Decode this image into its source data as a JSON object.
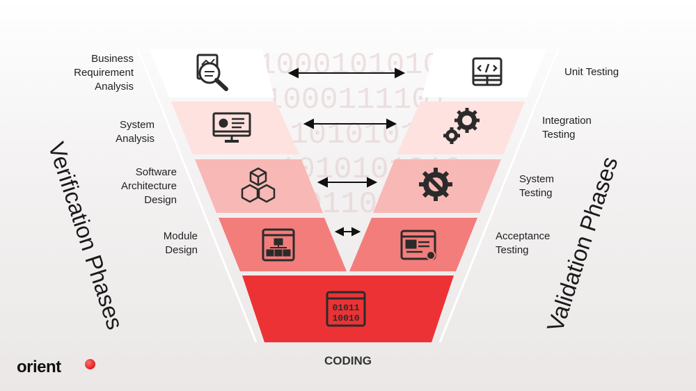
{
  "verification": {
    "title": "Verification Phases",
    "phases": [
      {
        "label": "Business\nRequirement\nAnalysis",
        "icon": "document-magnifier-icon"
      },
      {
        "label": "System\nAnalysis",
        "icon": "monitor-gear-icon"
      },
      {
        "label": "Software\nArchitecture\nDesign",
        "icon": "cubes-icon"
      },
      {
        "label": "Module\nDesign",
        "icon": "window-flowchart-icon"
      }
    ]
  },
  "validation": {
    "title": "Validation Phases",
    "phases": [
      {
        "label": "Unit Testing",
        "icon": "code-window-icon"
      },
      {
        "label": "Integration\nTesting",
        "icon": "gears-icon"
      },
      {
        "label": "System\nTesting",
        "icon": "gear-wrench-icon"
      },
      {
        "label": "Acceptance\nTesting",
        "icon": "window-gear-icon"
      }
    ]
  },
  "coding": {
    "label": "CODING",
    "icon_text": [
      "01011",
      "10010"
    ]
  },
  "logo": "orient",
  "colors": {
    "level1": "#ffffff",
    "level2": "#fde2df",
    "level3": "#f8b8b5",
    "level4": "#f27d7b",
    "coding": "#ec3235",
    "icon": "#2b2b2b",
    "accent": "#e02020"
  }
}
